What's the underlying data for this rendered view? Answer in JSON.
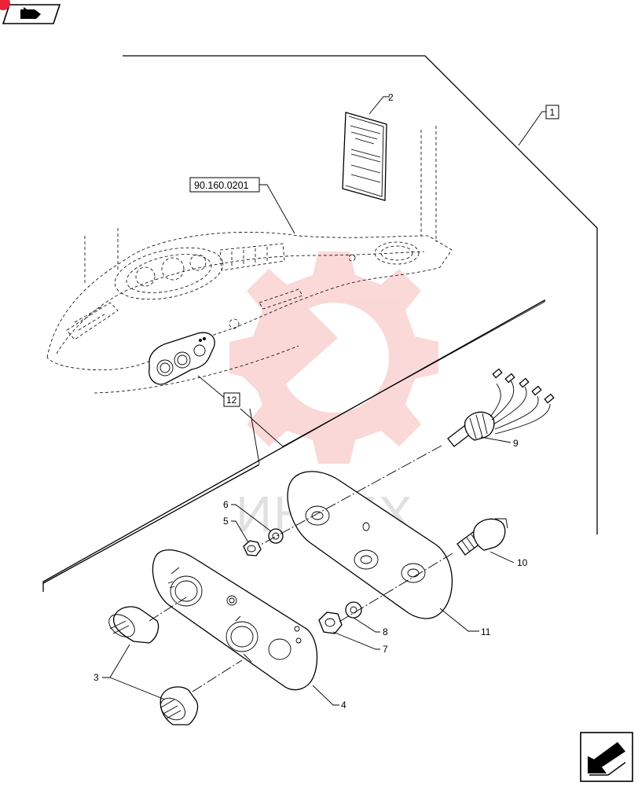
{
  "callouts": {
    "c1": "1",
    "c2": "2",
    "c3": "3",
    "c4": "4",
    "c5": "5",
    "c6": "6",
    "c7": "7",
    "c8": "8",
    "c9": "9",
    "c10": "10",
    "c11": "11",
    "c12": "12",
    "ref": "90.160.0201"
  },
  "watermark": {
    "text": "ИНТЕХ",
    "color": "#e8504f"
  },
  "colors": {
    "line": "#000000",
    "background": "#ffffff",
    "badge": "#e8233a"
  },
  "icons": {
    "top_left": "book-hand-icon",
    "bottom_right": "next-page-arrow-icon"
  }
}
